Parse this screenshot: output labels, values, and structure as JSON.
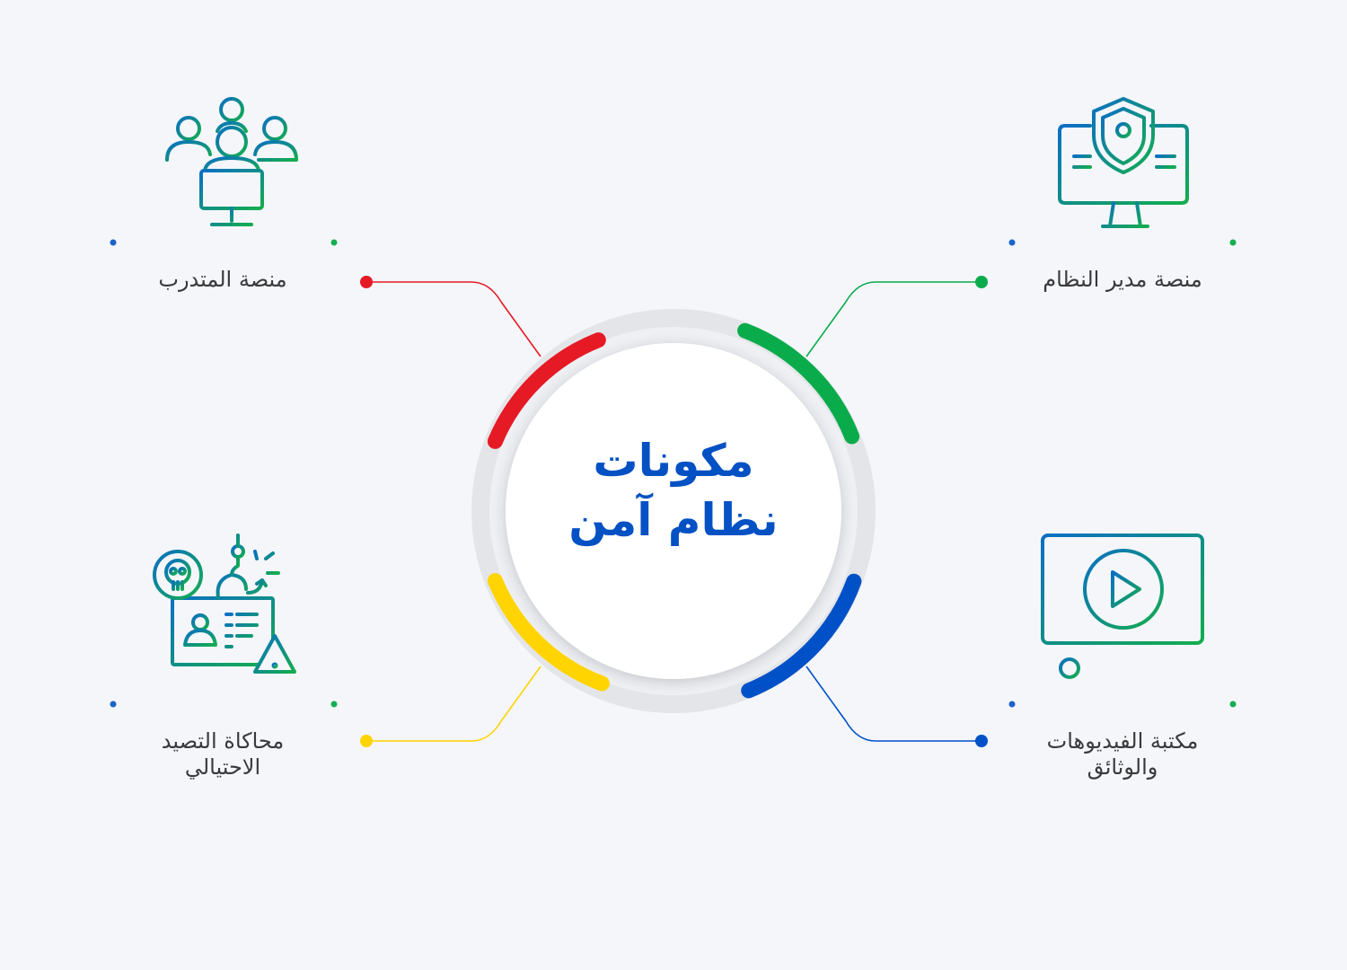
{
  "center": {
    "title": "مكونات\nنظام آمن"
  },
  "components": [
    {
      "label": "منصة المتدرب",
      "icon": "trainee-group-computer-icon",
      "color": "#e51a24"
    },
    {
      "label": "منصة مدير النظام",
      "icon": "admin-monitor-shield-lock-icon",
      "color": "#0aab4b"
    },
    {
      "label": "محاكاة التصيد\nالاحتيالي",
      "icon": "phishing-simulation-icon",
      "color": "#ffd400"
    },
    {
      "label": "مكتبة الفيديوهات\nوالوثائق",
      "icon": "video-library-player-icon",
      "color": "#0051c8"
    }
  ],
  "colors": {
    "background": "#f4f6fa",
    "title": "#0451c4",
    "label_text": "#3a3a3c",
    "ring_track": "#e4e5e9",
    "icon_gradient_start": "#0a6fc4",
    "icon_gradient_end": "#14ad4e",
    "divider_left": "#1a63c9",
    "divider_right": "#15ae50"
  }
}
